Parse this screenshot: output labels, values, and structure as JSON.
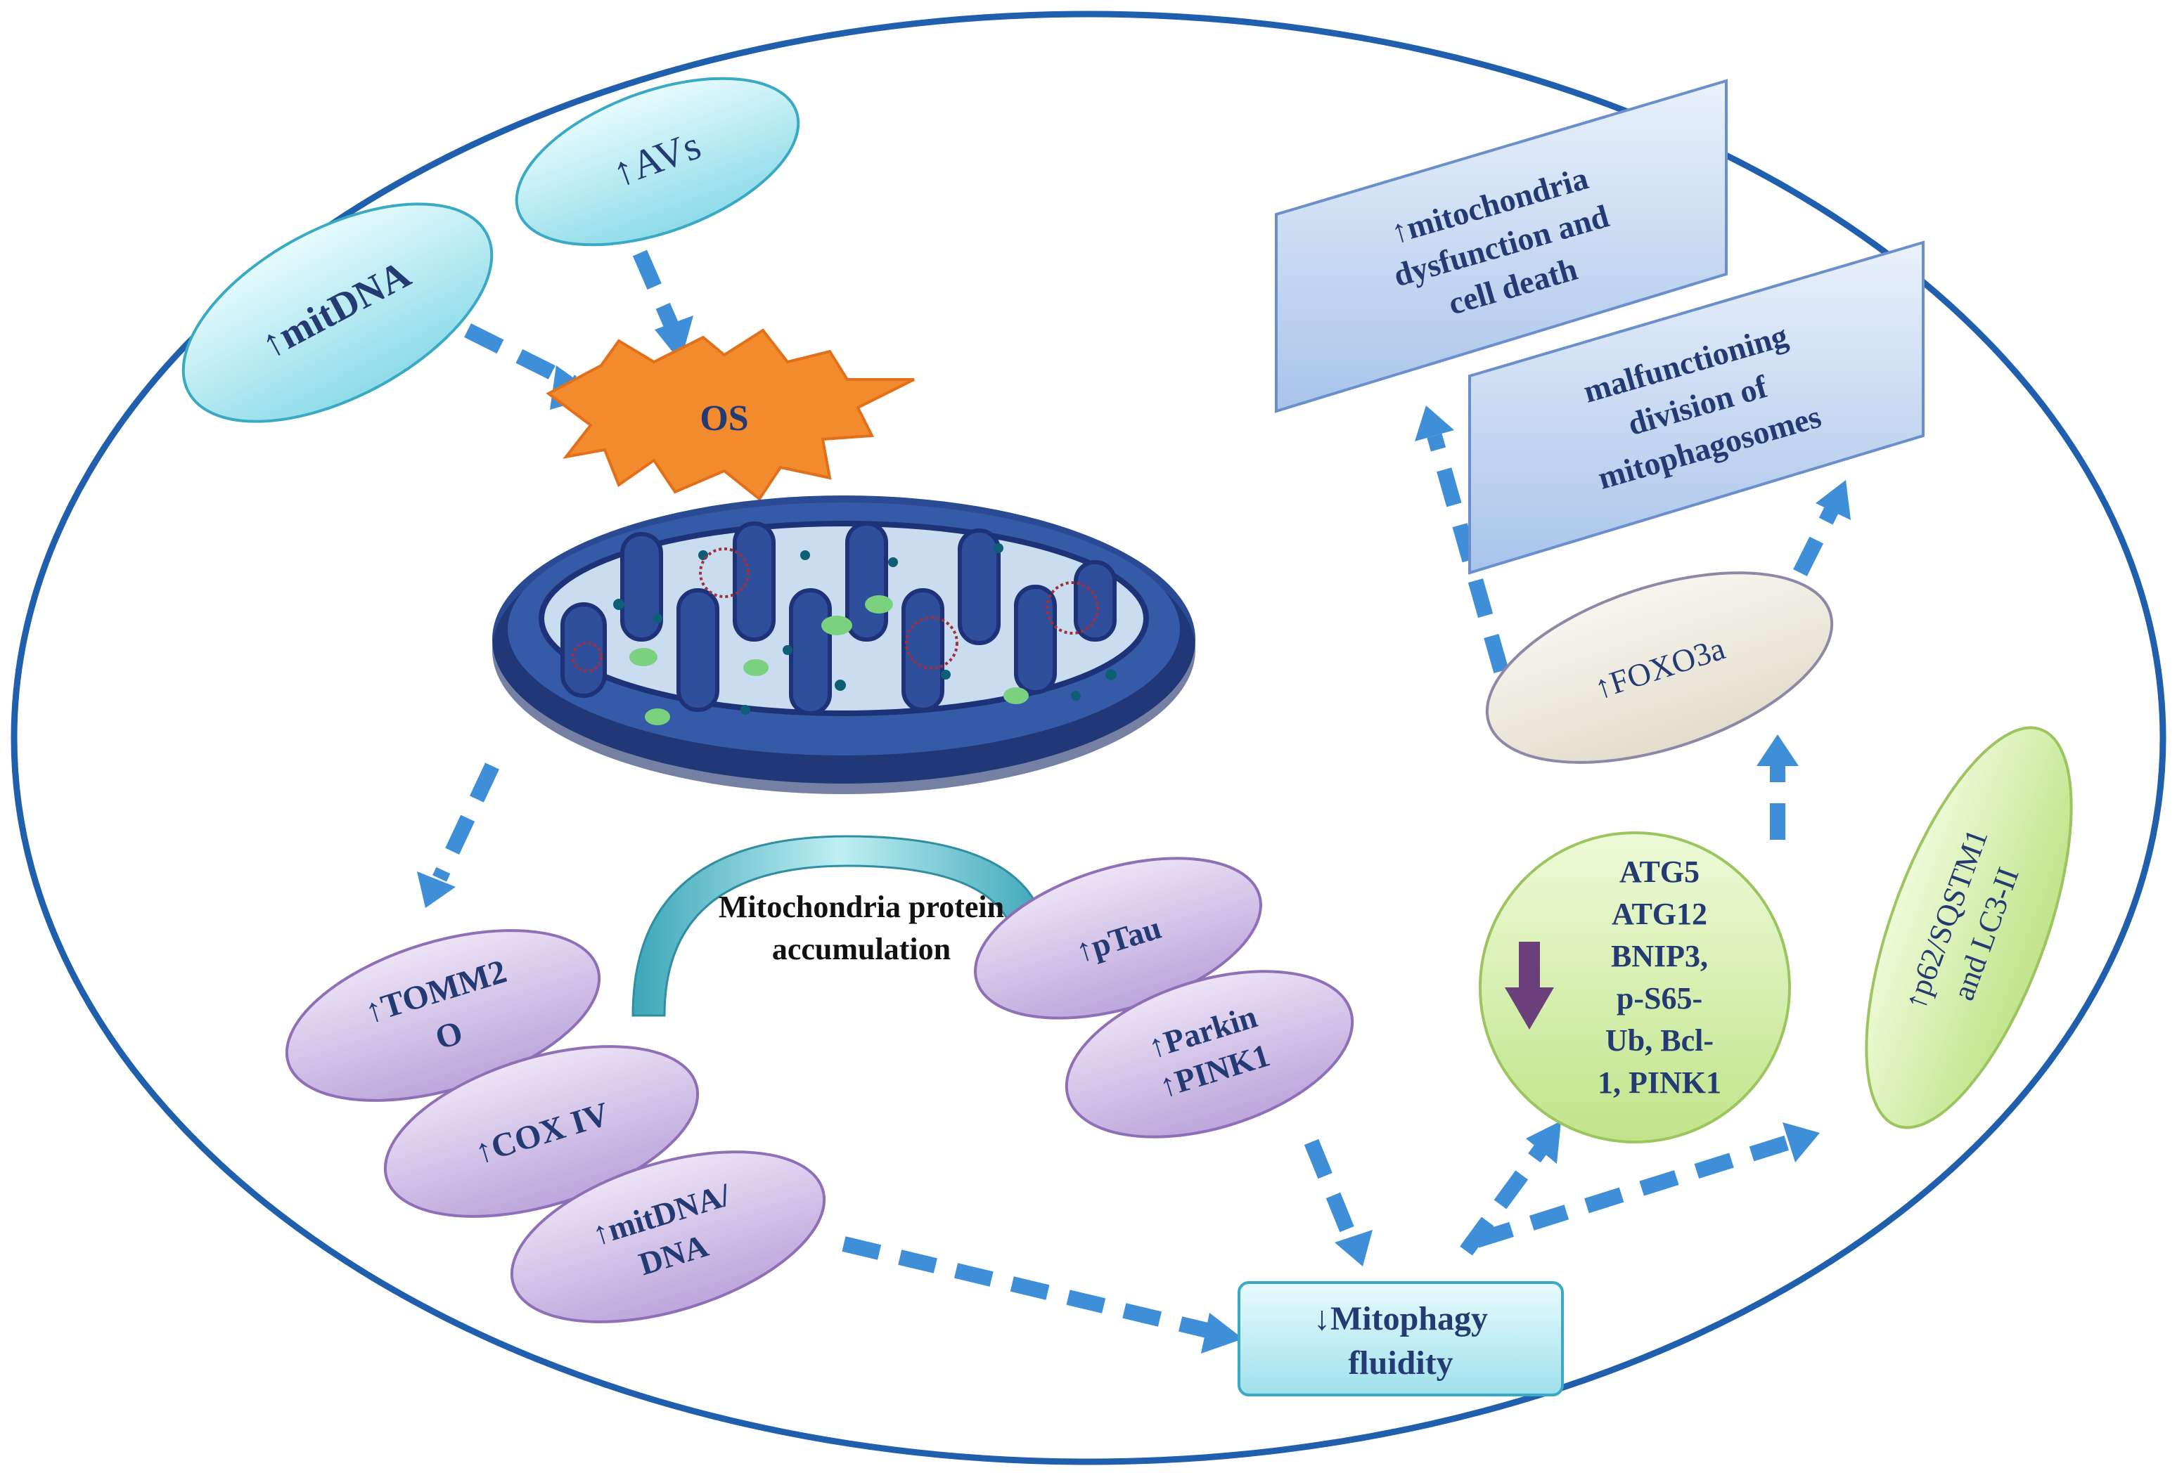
{
  "colors": {
    "cell_outline": "#1f5fad",
    "arrow": "#3e8fd8",
    "cyan_fill": "#bfeff6",
    "cyan_stroke": "#3aa9c4",
    "star_fill": "#f28a2e",
    "star_stroke": "#e2701a",
    "mito_dark": "#1e3277",
    "mito_light": "#c9dcf0",
    "purple_fill": "#d6c6ea",
    "purple_stroke": "#8f6fb6",
    "green_fill": "#d7f1b0",
    "green_stroke": "#9cc45f",
    "beige_fill": "#efece2",
    "beige_stroke": "#8f87a6",
    "blue_box_fill": "#d2e2f6",
    "blue_box_stroke": "#6b8fcb",
    "text_dark": "#243a72",
    "down_arrow": "#6b3f7a"
  },
  "nodes": {
    "mitdna": {
      "text": "↑mitDNA"
    },
    "avs": {
      "text": "↑AVs"
    },
    "os": {
      "text": "OS"
    },
    "accumulation": {
      "line1": "Mitochondria protein",
      "line2": "accumulation"
    },
    "tomm20": {
      "line1": "↑TOMM2",
      "line2": "O"
    },
    "cox4": {
      "text": "↑COX IV"
    },
    "mitdna_dna": {
      "line1": "↑mitDNA/",
      "line2": "DNA"
    },
    "ptau": {
      "text": "↑pTau"
    },
    "parkin_pink1": {
      "line1": "↑Parkin",
      "line2": "↑PINK1"
    },
    "mitophagy": {
      "line1": "↓Mitophagy",
      "line2": "fluidity"
    },
    "atg_group": {
      "lines": [
        "ATG5",
        "ATG12",
        "BNIP3,",
        "p-S65-",
        "Ub, Bcl-",
        "1, PINK1"
      ]
    },
    "p62": {
      "line1": "↑p62/SQSTM1",
      "line2": "and LC3-II"
    },
    "foxo3a": {
      "text": "↑FOXO3a"
    },
    "dysfunction": {
      "lines": [
        "↑mitochondria",
        "dysfunction  and",
        "cell death"
      ]
    },
    "division": {
      "lines": [
        "malfunctioning",
        "division  of",
        "mitophagosomes"
      ]
    }
  },
  "icons": [
    "mitochondrion-icon",
    "down-arrow-icon"
  ]
}
